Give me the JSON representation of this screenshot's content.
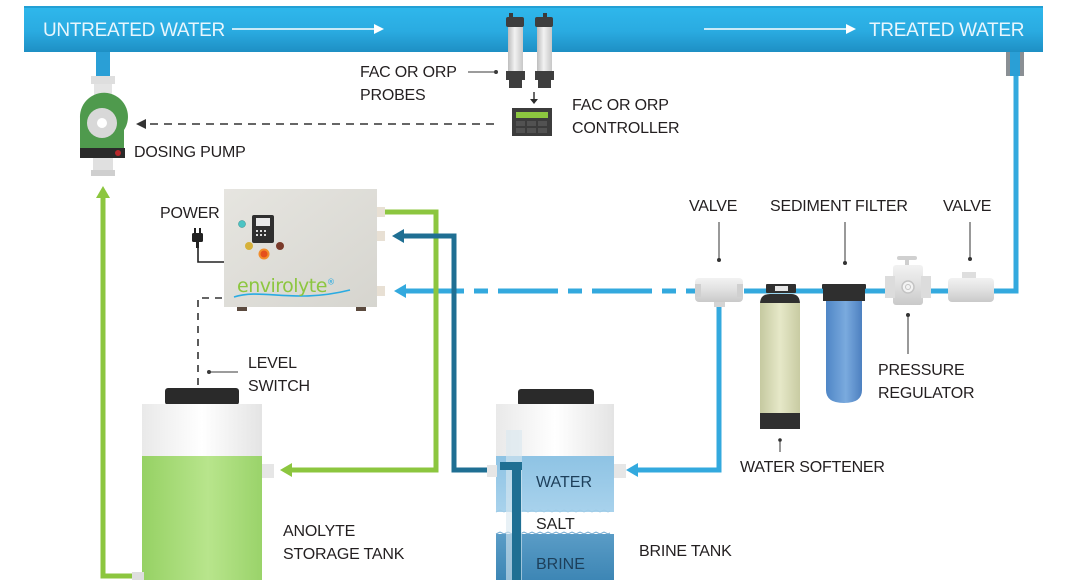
{
  "diagram": {
    "title": "Envirolyte on-site generation water treatment system",
    "main_pipe": {
      "inlet_label": "UNTREATED WATER",
      "outlet_label": "TREATED WATER",
      "flow_direction": "left-to-right"
    },
    "components": {
      "probes": {
        "label_line1": "FAC OR ORP",
        "label_line2": "PROBES"
      },
      "controller": {
        "label_line1": "FAC OR ORP",
        "label_line2": "CONTROLLER"
      },
      "dosing_pump": {
        "label": "DOSING PUMP"
      },
      "power": {
        "label": "POWER"
      },
      "generator": {
        "brand": "envirolyte",
        "brand_mark": "®"
      },
      "level_switch": {
        "label_line1": "LEVEL",
        "label_line2": "SWITCH"
      },
      "valve_left": {
        "label": "VALVE"
      },
      "sediment_filter": {
        "label": "SEDIMENT FILTER"
      },
      "valve_right": {
        "label": "VALVE"
      },
      "pressure_regulator": {
        "label_line1": "PRESSURE",
        "label_line2": "REGULATOR"
      },
      "water_softener": {
        "label": "WATER SOFTENER"
      },
      "anolyte_tank": {
        "label_line1": "ANOLYTE",
        "label_line2": "STORAGE TANK"
      },
      "brine_tank": {
        "label": "BRINE TANK",
        "layers": [
          "WATER",
          "SALT",
          "BRINE"
        ]
      }
    },
    "colors": {
      "main_pipe": "#29abe2",
      "water_line": "#33a9de",
      "brine_line": "#1f6f93",
      "anolyte_line": "#8cc63f",
      "pump_green": "#4f9a4d",
      "text": "#231f20"
    }
  }
}
